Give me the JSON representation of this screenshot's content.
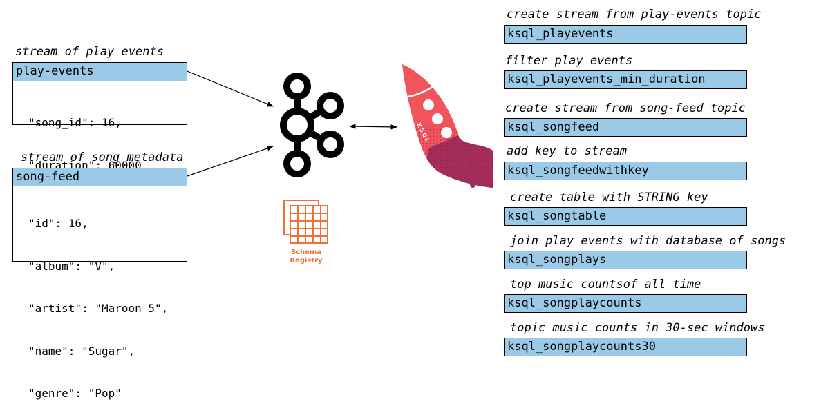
{
  "left": {
    "play_caption": "stream of play events",
    "play_topic": "play-events",
    "play_message": [
      "\"song_id\": 16,",
      "\"duration\": 60000"
    ],
    "song_caption": "stream of song metadata",
    "song_topic": "song-feed",
    "song_message": [
      "\"id\": 16,",
      "\"album\": \"V\",",
      "\"artist\": \"Maroon 5\",",
      "\"name\": \"Sugar\",",
      "\"genre\": \"Pop\""
    ]
  },
  "center": {
    "schema_registry_line1": "Schema",
    "schema_registry_line2": "Registry",
    "ksql_text": "KSQL",
    "icons": [
      "kafka-icon",
      "schema-registry-icon",
      "ksql-rocket-icon"
    ]
  },
  "streams": [
    {
      "caption": "create stream from play-events topic",
      "name": "ksql_playevents"
    },
    {
      "caption": "filter play events",
      "name": "ksql_playevents_min_duration"
    },
    {
      "caption": "create stream from song-feed topic",
      "name": "ksql_songfeed"
    },
    {
      "caption": "add key to stream",
      "name": "ksql_songfeedwithkey"
    },
    {
      "caption": "create table with STRING key",
      "name": "ksql_songtable"
    },
    {
      "caption": "join play events with database of songs",
      "name": "ksql_songplays"
    },
    {
      "caption": "top music countsof all time",
      "name": "ksql_songplaycounts"
    },
    {
      "caption": "topic music counts in 30-sec windows",
      "name": "ksql_songplaycounts30"
    }
  ],
  "colors": {
    "topic_fill": "#9bc9e8",
    "schema_registry": "#ee7136",
    "rocket": "#f2545b"
  }
}
